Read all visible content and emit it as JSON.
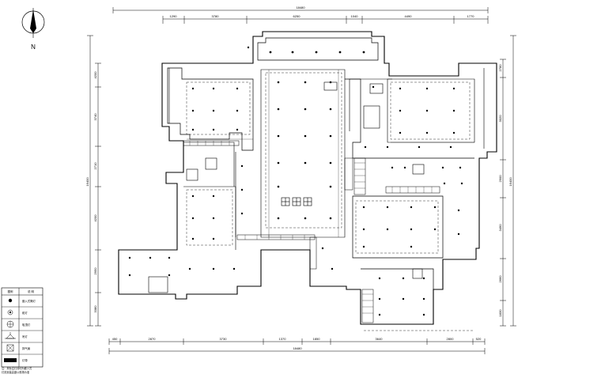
{
  "north_arrow": {
    "label": "N"
  },
  "dimensions": {
    "top_total": "18480",
    "top_segments": [
      "1290",
      "3780",
      "6250",
      "1040",
      "4490",
      "1770"
    ],
    "bottom_total": "18480",
    "bottom_segments": [
      "450",
      "2870",
      "3730",
      "1370",
      "1850",
      "3640",
      "2800",
      "520"
    ],
    "left_total": "16400",
    "left_segments": [
      "4200",
      "3740",
      "2710",
      "4200",
      "2950",
      "3380"
    ],
    "right_total": "16400",
    "right_segments": [
      "2780",
      "3020",
      "2900",
      "3490",
      "2660",
      "1830"
    ]
  },
  "legend": {
    "header_symbol": "图例",
    "header_desc": "说 明",
    "rows": [
      {
        "icon": "downlight-icon",
        "desc": "嵌入式筒灯"
      },
      {
        "icon": "spotlight-icon",
        "desc": "射灯"
      },
      {
        "icon": "ceiling-lamp-icon",
        "desc": "吸顶灯"
      },
      {
        "icon": "pendant-lamp-icon",
        "desc": "吊灯"
      },
      {
        "icon": "exhaust-fan-icon",
        "desc": "排气扇"
      },
      {
        "icon": "led-strip-icon",
        "desc": "灯带"
      }
    ]
  },
  "notes": [
    "注：未标注灯具均为嵌入式",
    "灯具安装高度以现场为准"
  ]
}
